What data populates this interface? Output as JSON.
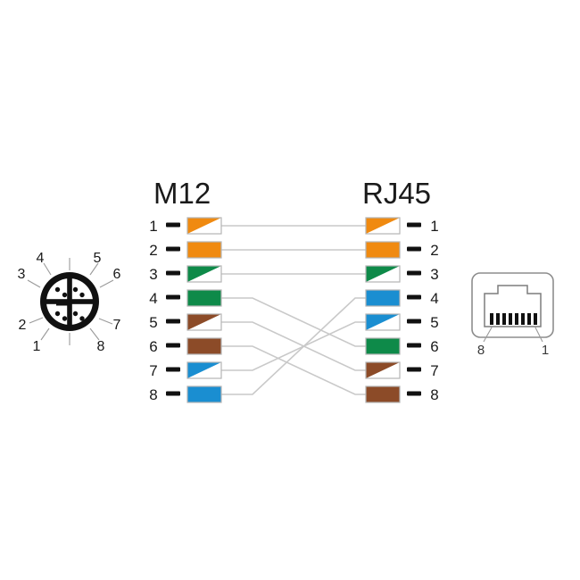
{
  "figure": {
    "background_color": "#ffffff",
    "wire_color": "#c9c9c9",
    "outline_color": "#8d8d8d"
  },
  "left_panel": {
    "title": "M12",
    "connector_name": "m12-x-coded-8-pin-face-view",
    "pin_labels": [
      "1",
      "2",
      "3",
      "4",
      "5",
      "6",
      "7",
      "8"
    ],
    "pins": [
      {
        "number": "1",
        "color_name": "orange-white",
        "base": "#F08A10",
        "striped": true
      },
      {
        "number": "2",
        "color_name": "orange",
        "base": "#F08A10",
        "striped": false
      },
      {
        "number": "3",
        "color_name": "green-white",
        "base": "#0E8A49",
        "striped": true
      },
      {
        "number": "4",
        "color_name": "green",
        "base": "#0E8A49",
        "striped": false
      },
      {
        "number": "5",
        "color_name": "brown-white",
        "base": "#8C4B28",
        "striped": true
      },
      {
        "number": "6",
        "color_name": "brown",
        "base": "#8C4B28",
        "striped": false
      },
      {
        "number": "7",
        "color_name": "blue-white",
        "base": "#1A8ED1",
        "striped": true
      },
      {
        "number": "8",
        "color_name": "blue",
        "base": "#1A8ED1",
        "striped": false
      }
    ]
  },
  "right_panel": {
    "title": "RJ45",
    "connector_name": "rj45-jack-front-view",
    "pin_labels": [
      "1",
      "2",
      "3",
      "4",
      "5",
      "6",
      "7",
      "8"
    ],
    "pins": [
      {
        "number": "1",
        "color_name": "orange-white",
        "base": "#F08A10",
        "striped": true
      },
      {
        "number": "2",
        "color_name": "orange",
        "base": "#F08A10",
        "striped": false
      },
      {
        "number": "3",
        "color_name": "green-white",
        "base": "#0E8A49",
        "striped": true
      },
      {
        "number": "4",
        "color_name": "blue",
        "base": "#1A8ED1",
        "striped": false
      },
      {
        "number": "5",
        "color_name": "blue-white",
        "base": "#1A8ED1",
        "striped": true
      },
      {
        "number": "6",
        "color_name": "green",
        "base": "#0E8A49",
        "striped": false
      },
      {
        "number": "7",
        "color_name": "brown-white",
        "base": "#8C4B28",
        "striped": true
      },
      {
        "number": "8",
        "color_name": "brown",
        "base": "#8C4B28",
        "striped": false
      }
    ]
  },
  "connections": [
    {
      "from": 1,
      "to": 1
    },
    {
      "from": 2,
      "to": 2
    },
    {
      "from": 3,
      "to": 3
    },
    {
      "from": 4,
      "to": 6
    },
    {
      "from": 5,
      "to": 7
    },
    {
      "from": 6,
      "to": 8
    },
    {
      "from": 7,
      "to": 5
    },
    {
      "from": 8,
      "to": 4
    }
  ],
  "m12_connector": {
    "labels": [
      "1",
      "2",
      "3",
      "4",
      "5",
      "6",
      "7",
      "8"
    ],
    "label_positions": {
      "1": "bottom-left",
      "2": "left-lower",
      "3": "left-upper",
      "4": "top-left",
      "5": "top-right",
      "6": "right-upper",
      "7": "right-lower",
      "8": "bottom-right"
    }
  },
  "rj45_jack": {
    "left_label": "8",
    "right_label": "1",
    "contact_count": 8
  }
}
